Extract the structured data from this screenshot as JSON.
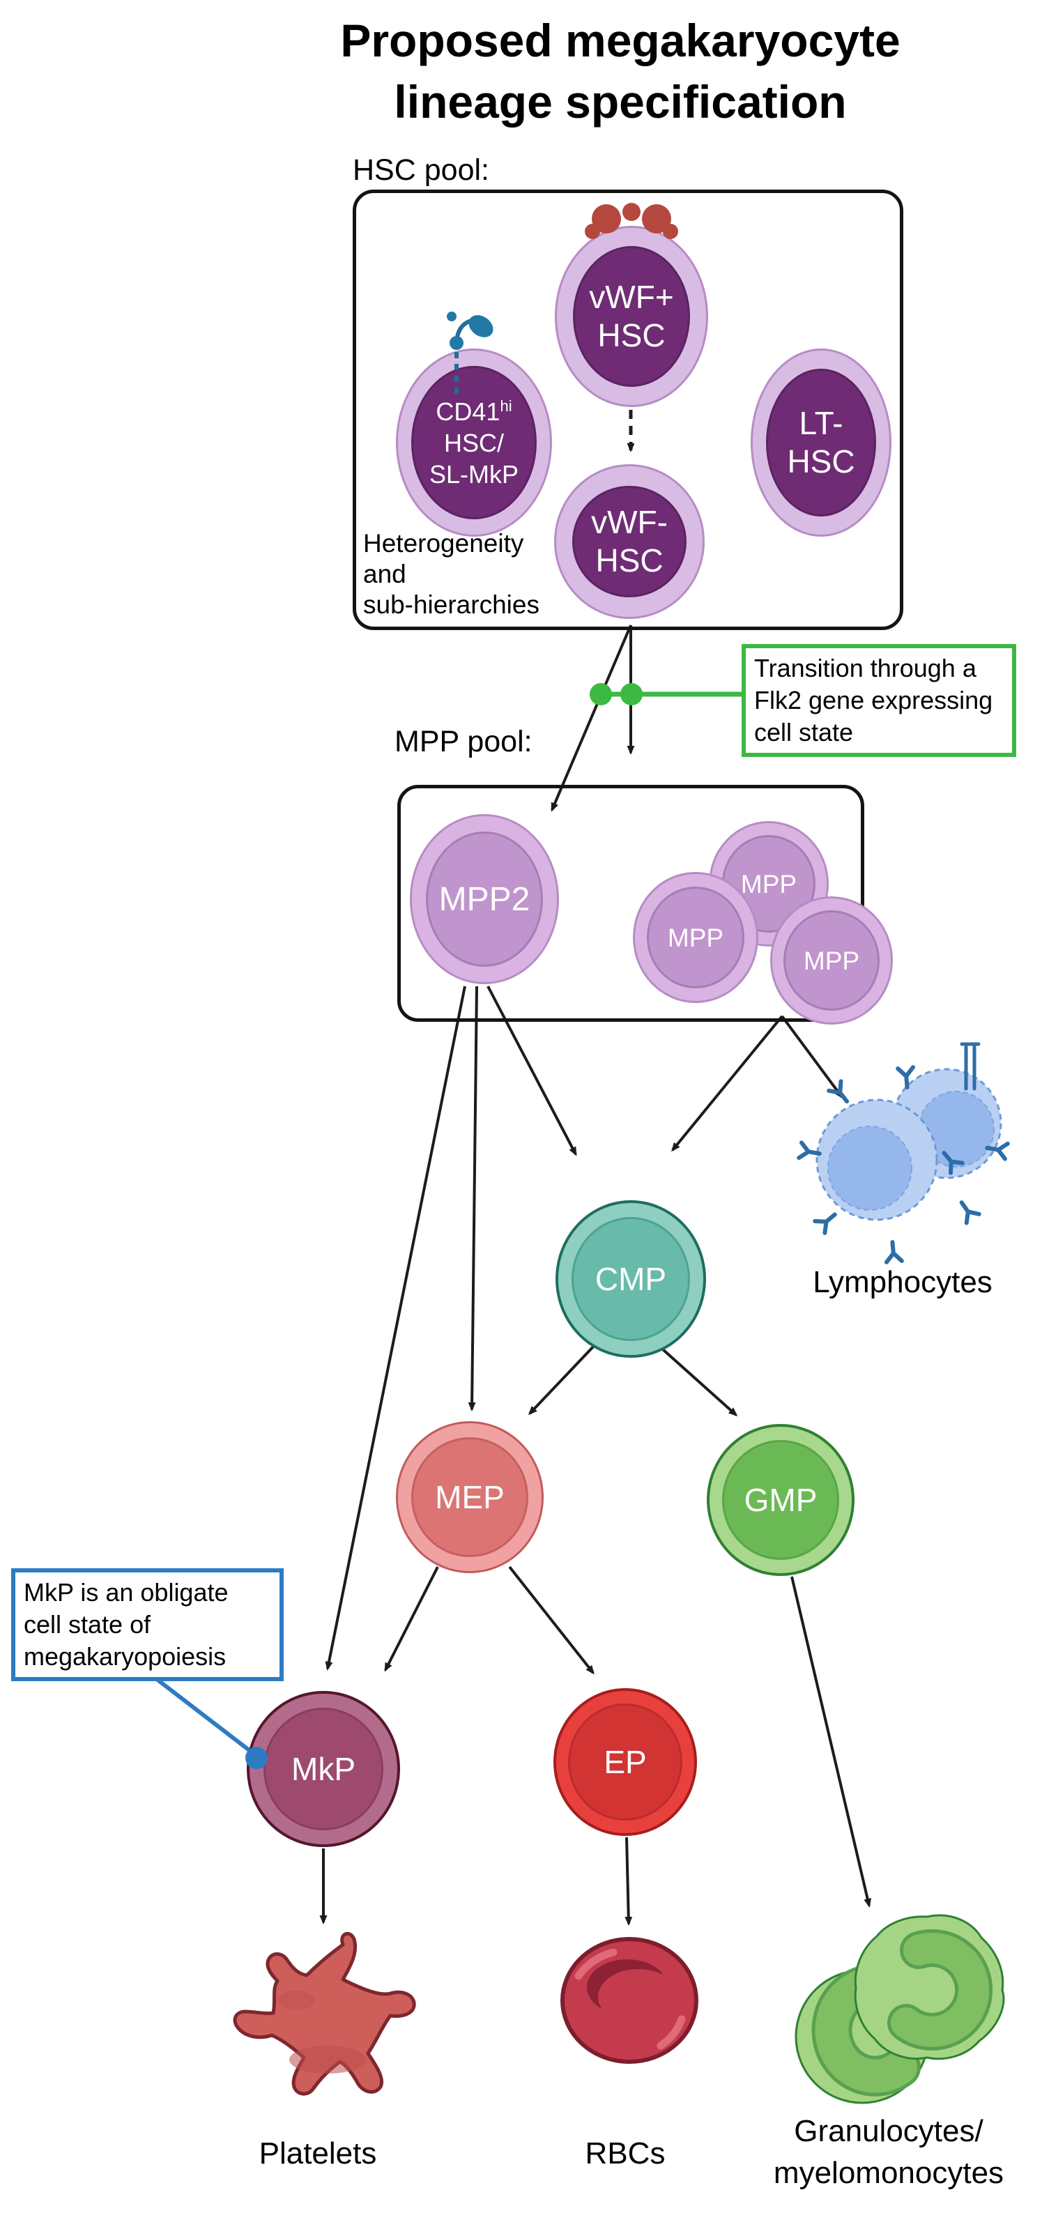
{
  "title": "Proposed megakaryocyte\nlineage specification",
  "hsc_pool": {
    "label": "HSC pool:",
    "note": "Heterogeneity\nand\nsub-hierarchies",
    "cells": {
      "vwf_plus": {
        "label": "vWF+\nHSC"
      },
      "cd41": {
        "line1": "CD41",
        "sup": "hi",
        "line2": "HSC/",
        "line3": "SL-MkP"
      },
      "lt_hsc": {
        "label": "LT-\nHSC"
      },
      "vwf_minus": {
        "label": "vWF-\nHSC"
      }
    }
  },
  "flk2_annotation": {
    "text": "Transition through a\nFlk2 gene expressing\ncell state",
    "accent_color": "#3bb943"
  },
  "mpp_pool": {
    "label": "MPP pool:",
    "cells": {
      "mpp2": "MPP2",
      "mpp_a": "MPP",
      "mpp_b": "MPP",
      "mpp_c": "MPP"
    }
  },
  "progenitors": {
    "cmp": "CMP",
    "mep": "MEP",
    "gmp": "GMP",
    "mkp": "MkP",
    "ep": "EP"
  },
  "mkp_annotation": {
    "text": "MkP is an obligate\ncell state of\nmegakaryopoiesis",
    "accent_color": "#2e7bc4"
  },
  "outputs": {
    "lymphocytes": "Lymphocytes",
    "platelets": "Platelets",
    "rbcs": "RBCs",
    "granulocytes": "Granulocytes/\nmyelomonocytes"
  },
  "icons": {
    "vwf_marker": "vwf-molecule-icon",
    "cd41_marker": "cd41-receptor-icon",
    "lymphocytes": "lymphocytes-icon",
    "platelet": "platelet-icon",
    "rbc": "red-blood-cell-icon",
    "granulocytes": "granulocytes-icon"
  },
  "palette": {
    "hsc_outer": "#d9bce4",
    "hsc_inner": "#6f2c74",
    "mpp_outer": "#d9b4e3",
    "mpp_inner": "#c094cc",
    "cmp_outer": "#8fcfc0",
    "cmp_inner": "#68bbaa",
    "cmp_stroke": "#1e6e62",
    "mep_outer": "#f0a2a2",
    "mep_inner": "#dc7474",
    "gmp_outer": "#a8d88d",
    "gmp_inner": "#6bb954",
    "mkp_outer": "#b26b8b",
    "mkp_inner": "#9e4a6e",
    "mkp_stroke": "#55172c",
    "ep_outer": "#e8413d",
    "ep_inner": "#d23434",
    "lymphocyte": "#b9d0f2",
    "receptor_blue": "#2d6da8",
    "platelet": "#cd5e5a",
    "rbc": "#c43b4e",
    "granulocyte": "#a5d584",
    "green_accent": "#3bb943",
    "blue_accent": "#2e7bc4",
    "vwf_red": "#b5483e",
    "cd41_blue": "#1f6e99"
  }
}
